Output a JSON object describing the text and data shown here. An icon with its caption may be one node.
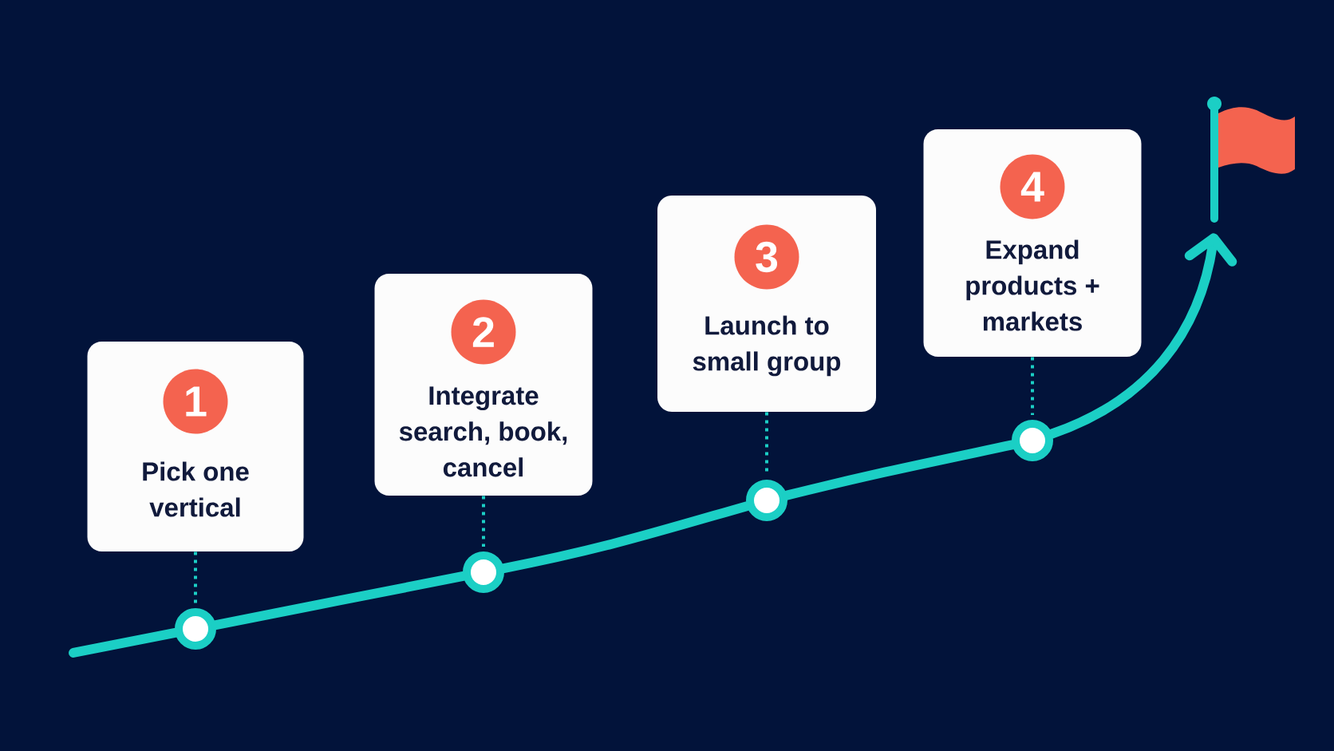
{
  "diagram": {
    "nodes": [
      {
        "text": [
          "Pick one vertical"
        ]
      },
      {
        "text": [
          "1"
        ],
        "in": 0
      },
      {
        "text": [
          "Integrate search, book, cancel"
        ]
      },
      {
        "text": [
          "2"
        ],
        "in": 2
      },
      {
        "text": [
          "Launch to small group"
        ]
      },
      {
        "text": [
          "3"
        ],
        "in": 4
      },
      {
        "text": [
          "Expand products + markets"
        ]
      },
      {
        "text": [
          "4"
        ],
        "in": 6
      },
      {
        "text": [],
        "shape": "circle"
      },
      {
        "text": [],
        "shape": "circle"
      },
      {
        "text": [],
        "shape": "circle"
      },
      {
        "text": [],
        "shape": "circle"
      },
      {
        "text": [],
        "shape": "flag"
      }
    ],
    "edges": [
      {
        "from": null,
        "to": 8,
        "arrow": "none"
      },
      {
        "from": 8,
        "to": 9,
        "arrow": "none"
      },
      {
        "from": 9,
        "to": 10,
        "arrow": "none"
      },
      {
        "from": 10,
        "to": 11,
        "arrow": "none"
      },
      {
        "from": 11,
        "to": 12,
        "arrow": "to"
      },
      {
        "from": 0,
        "to": 8,
        "arrow": "none",
        "style": "dashed"
      },
      {
        "from": 2,
        "to": 9,
        "arrow": "none",
        "style": "dashed"
      },
      {
        "from": 4,
        "to": 10,
        "arrow": "none",
        "style": "dashed"
      },
      {
        "from": 6,
        "to": 11,
        "arrow": "none",
        "style": "dashed"
      }
    ]
  }
}
